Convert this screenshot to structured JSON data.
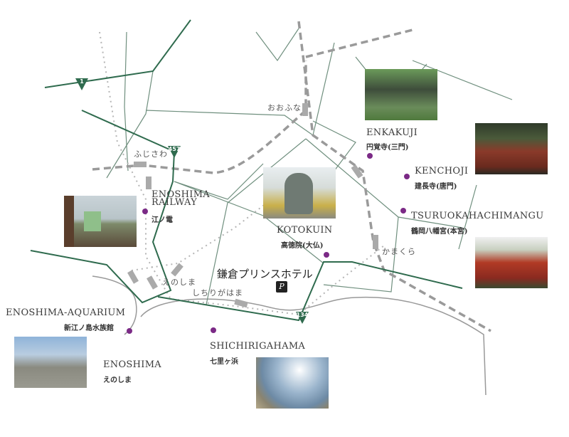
{
  "routes": [
    {
      "number": "1"
    },
    {
      "number": "457"
    },
    {
      "number": "134"
    }
  ],
  "stations": {
    "fujisawa": "ふじさわ",
    "ofuna": "おおふな",
    "kamakura": "かまくら",
    "enoshima": "えのしま",
    "shichirigahama": "しちりがはま"
  },
  "hotel": {
    "name": "鎌倉プリンスホテル",
    "logo": "P"
  },
  "places": [
    {
      "en": "ENKAKUJI",
      "jp": "円覚寺(三門)"
    },
    {
      "en": "KENCHOJI",
      "jp": "建長寺(唐門)"
    },
    {
      "en": "TSURUOKAHACHIMANGU",
      "jp": "鶴岡八幡宮(本宮)"
    },
    {
      "en": "KOTOKUIN",
      "jp": "高徳院(大仏)"
    },
    {
      "en": "ENOSHIMA RAILWAY",
      "en2": "RAILWAY",
      "en1": "ENOSHIMA",
      "jp": "江ノ電"
    },
    {
      "en": "ENOSHIMA-AQUARIUM",
      "jp": "新江ノ島水族館"
    },
    {
      "en": "ENOSHIMA",
      "jp": "えのしま"
    },
    {
      "en": "SHICHIRIGAHAMA",
      "jp": "七里ヶ浜"
    }
  ],
  "colors": {
    "road": "#2f6b4e",
    "street": "#6f8f7e",
    "rail": "#9a9a9a",
    "poi": "#7b2a86"
  }
}
